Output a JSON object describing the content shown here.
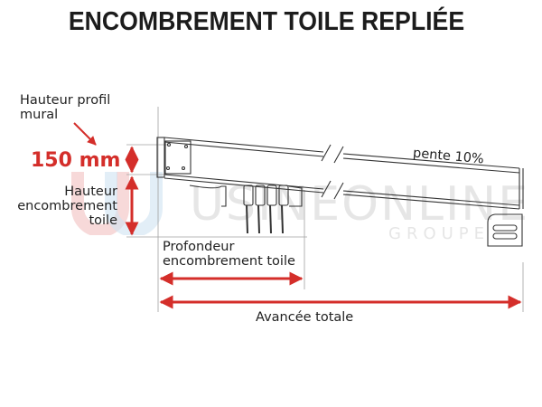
{
  "title": "ENCOMBREMENT TOILE REPLIÉE",
  "labels": {
    "wall_profile_height": [
      "Hauteur profil",
      "mural"
    ],
    "wall_profile_value": "150 mm",
    "folded_fabric_height": [
      "Hauteur",
      "encombrement",
      "toile"
    ],
    "folded_fabric_depth": [
      "Profondeur",
      "encombrement toile"
    ],
    "total_projection": "Avancée totale",
    "slope": "pente 10%"
  },
  "watermark": {
    "brand": "USINEONLINE",
    "sub": "GROUPE"
  },
  "colors": {
    "accent_red": "#d42e2a",
    "line": "#333333",
    "guide": "#9a9a9a",
    "watermark": "#e8e8e8"
  }
}
